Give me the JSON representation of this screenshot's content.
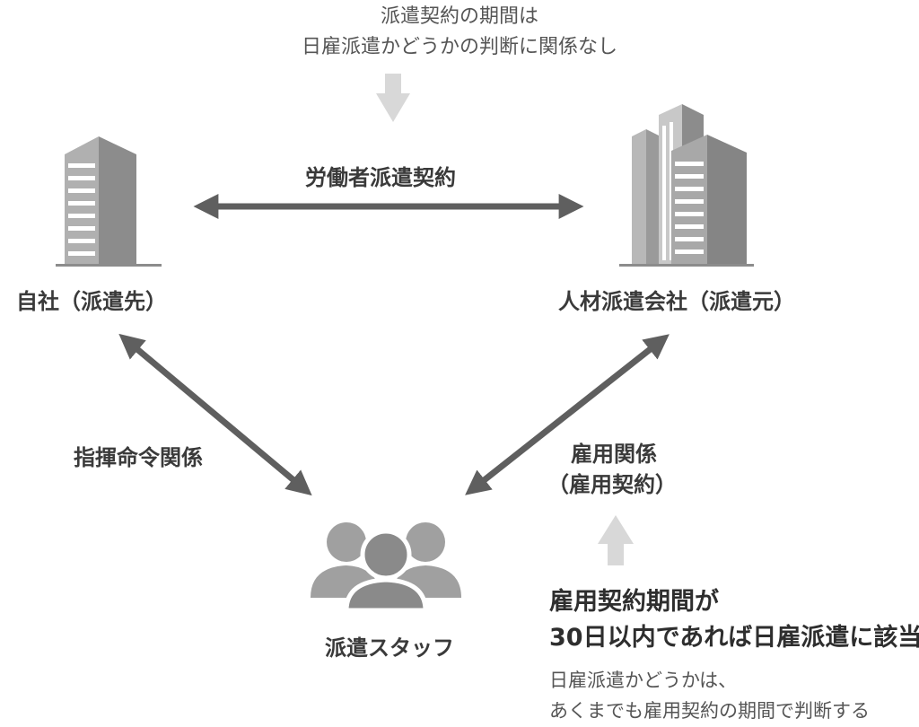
{
  "top_note": {
    "line1": "派遣契約の期間は",
    "line2": "日雇派遣かどうかの判断に関係なし"
  },
  "contract_label": "労働者派遣契約",
  "client_company": "自社（派遣先）",
  "agency_company": "人材派遣会社（派遣元）",
  "command_relation": "指揮命令関係",
  "employment_relation": {
    "line1": "雇用関係",
    "line2": "（雇用契約）"
  },
  "staff_label": "派遣スタッフ",
  "bottom_note": {
    "heading1": "雇用契約期間が",
    "heading2": "30日以内であれば日雇派遣に該当",
    "sub1": "日雇派遣かどうかは、",
    "sub2": "あくまでも雇用契約の期間で判断する"
  },
  "colors": {
    "arrow": "#5f5f5f",
    "arrow_light": "#d8d8d8",
    "building": "#8c8c8c",
    "people": "#8f8f8f"
  }
}
